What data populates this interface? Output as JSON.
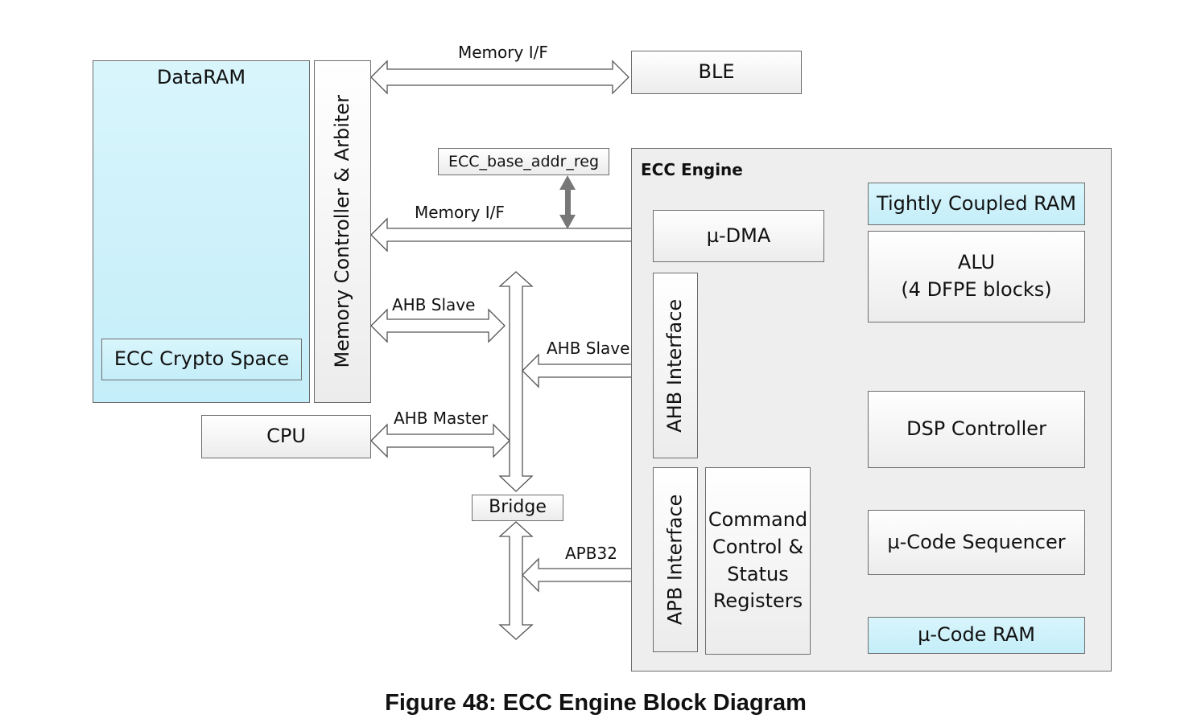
{
  "blocks": {
    "dataram": "DataRAM",
    "ecc_crypto_space": "ECC Crypto Space",
    "memory_controller": "Memory Controller & Arbiter",
    "ble": "BLE",
    "ecc_base_addr_reg": "ECC_base_addr_reg",
    "cpu": "CPU",
    "bridge": "Bridge",
    "ecc_engine": "ECC Engine",
    "udma": "µ-DMA",
    "tightly_coupled_ram": "Tightly Coupled RAM",
    "alu_line1": "ALU",
    "alu_line2": "(4 DFPE blocks)",
    "ahb_interface": "AHB Interface",
    "apb_interface": "APB Interface",
    "command_line1": "Command",
    "command_line2": "Control &",
    "command_line3": "Status",
    "command_line4": "Registers",
    "dsp_controller": "DSP Controller",
    "ucode_sequencer": "µ-Code Sequencer",
    "ucode_ram": "µ-Code RAM"
  },
  "connections": {
    "memory_if_top": "Memory I/F",
    "memory_if_mid": "Memory I/F",
    "ahb_slave_left": "AHB Slave",
    "ahb_slave_right": "AHB Slave",
    "ahb_master": "AHB Master",
    "apb32": "APB32"
  },
  "caption": "Figure 48: ECC Engine Block Diagram",
  "colors": {
    "memory_blue": "#c8eff9",
    "engine_gray": "#eeeeee",
    "arrow_gray": "#777777"
  }
}
